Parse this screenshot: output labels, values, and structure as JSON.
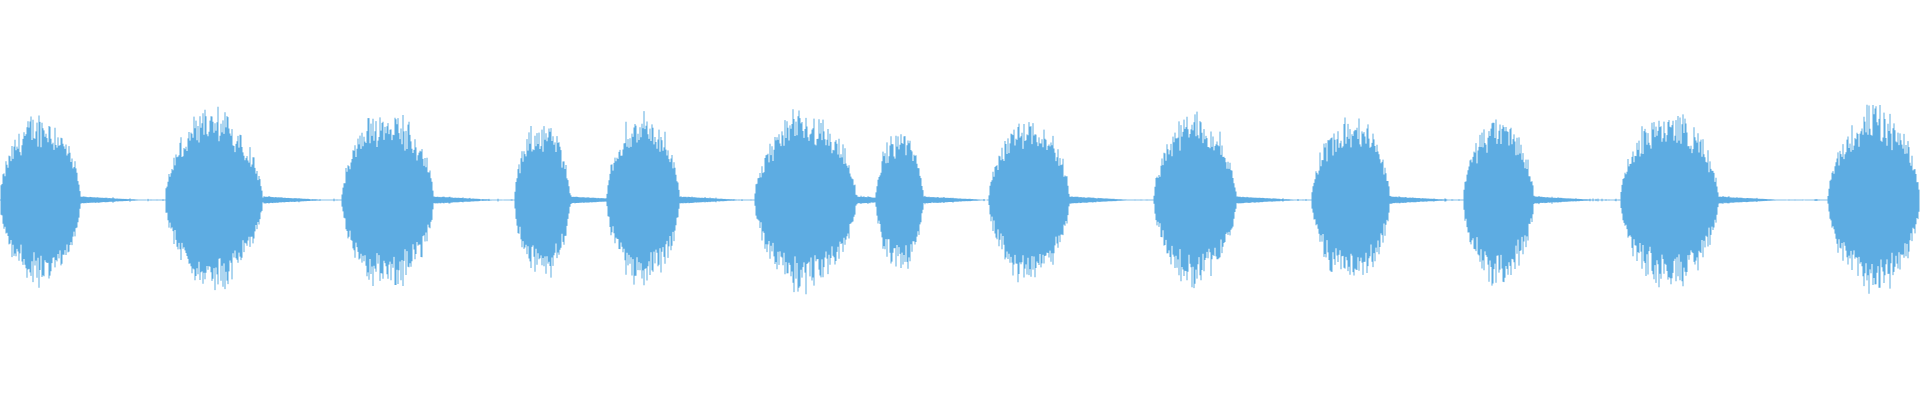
{
  "waveform": {
    "color": "#5DACE2",
    "background": "#ffffff",
    "segments": [
      {
        "start": 0.0,
        "end": 0.042,
        "amp": 0.85
      },
      {
        "start": 0.086,
        "end": 0.137,
        "amp": 0.88
      },
      {
        "start": 0.178,
        "end": 0.226,
        "amp": 0.9
      },
      {
        "start": 0.268,
        "end": 0.297,
        "amp": 0.78
      },
      {
        "start": 0.316,
        "end": 0.354,
        "amp": 0.86
      },
      {
        "start": 0.393,
        "end": 0.446,
        "amp": 0.88
      },
      {
        "start": 0.456,
        "end": 0.481,
        "amp": 0.7
      },
      {
        "start": 0.515,
        "end": 0.557,
        "amp": 0.84
      },
      {
        "start": 0.601,
        "end": 0.644,
        "amp": 0.86
      },
      {
        "start": 0.683,
        "end": 0.724,
        "amp": 0.84
      },
      {
        "start": 0.762,
        "end": 0.799,
        "amp": 0.82
      },
      {
        "start": 0.844,
        "end": 0.895,
        "amp": 0.88
      },
      {
        "start": 0.952,
        "end": 1.0,
        "amp": 0.9
      }
    ],
    "noise_level": 0.015
  }
}
